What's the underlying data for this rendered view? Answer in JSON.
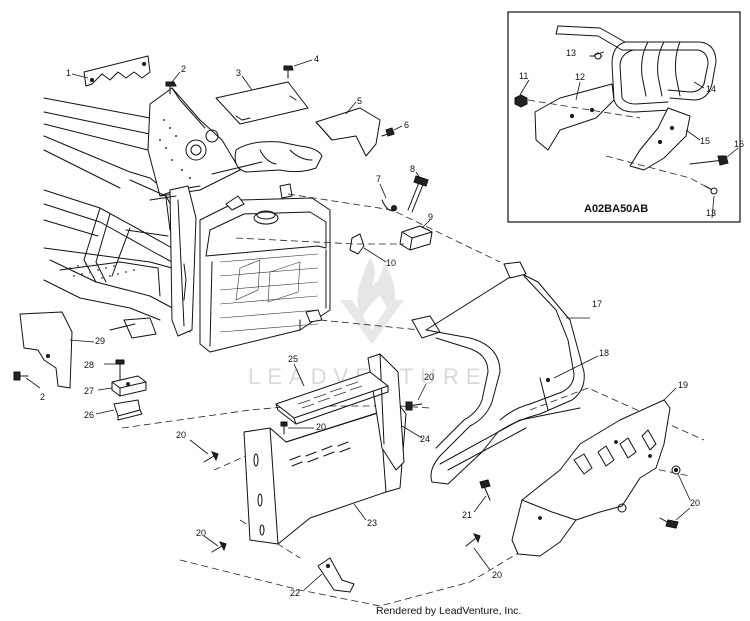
{
  "callouts": {
    "c1": "1",
    "c2a": "2",
    "c2b": "2",
    "c3": "3",
    "c4": "4",
    "c5": "5",
    "c6": "6",
    "c7": "7",
    "c8": "8",
    "c9": "9",
    "c10": "10",
    "c11": "11",
    "c12": "12",
    "c13a": "13",
    "c13b": "13",
    "c14": "14",
    "c15": "15",
    "c16": "16",
    "c17": "17",
    "c18": "18",
    "c19": "19",
    "c20a": "20",
    "c20b": "20",
    "c20c": "20",
    "c20d": "20",
    "c20e": "20",
    "c20f": "20",
    "c21": "21",
    "c22": "22",
    "c23": "23",
    "c24": "24",
    "c25": "25",
    "c26": "26",
    "c27": "27",
    "c28": "28",
    "c29": "29"
  },
  "inset": {
    "code": "A02BA50AB"
  },
  "watermark": "LEADVENTURE",
  "footer": {
    "credit": "Rendered by LeadVenture, Inc."
  }
}
